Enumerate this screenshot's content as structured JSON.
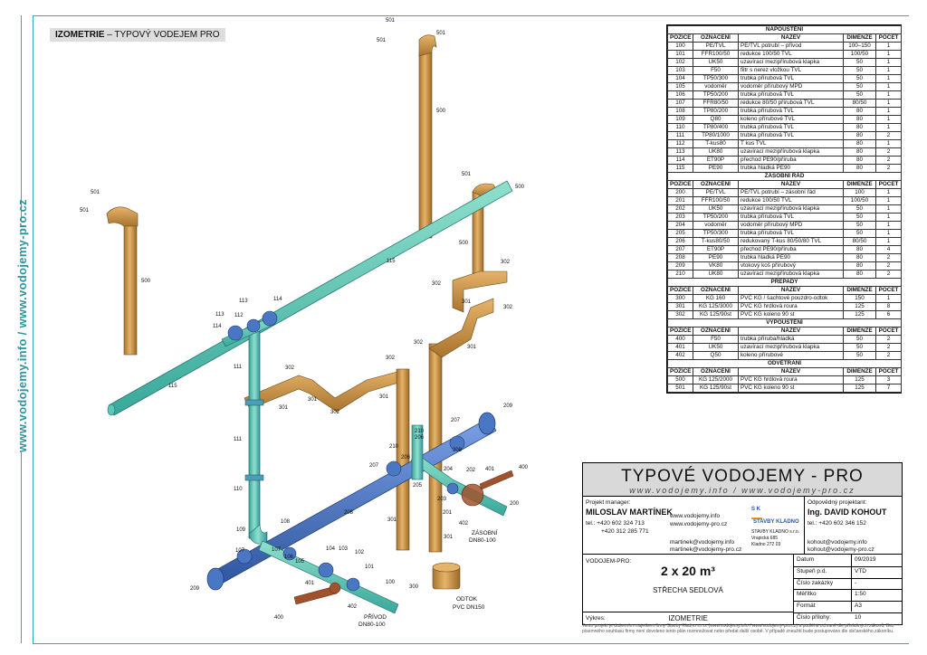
{
  "side_text": "www.vodojemy.info / www.vodojemy-pro.cz",
  "drawing_title": {
    "strong": "IZOMETRIE",
    "rest": " – TYPOVÝ VODEJEM PRO"
  },
  "pipe_labels": {
    "l501a": "501",
    "l501b": "501",
    "l500a": "500",
    "l501c": "501",
    "l501d": "501",
    "l500b": "500",
    "l501e": "501",
    "l500c": "500",
    "l500d": "500",
    "l115a": "115",
    "l115b": "115",
    "l113a": "113",
    "l114a": "114",
    "l113b": "113",
    "l112": "112",
    "l114b": "114",
    "l302a": "302",
    "l302b": "302",
    "l301a": "301",
    "l302c": "302",
    "l302d": "302",
    "l302e": "302",
    "l301b": "301",
    "l301c": "301",
    "l301d": "301",
    "l302f": "302",
    "l301e": "301",
    "l301f": "301",
    "l111a": "111",
    "l111b": "111",
    "l110": "110",
    "l109": "109",
    "l108": "108",
    "l107a": "107",
    "l106": "106",
    "l105": "105",
    "l104": "104",
    "l103": "103",
    "l102": "102",
    "l101": "101",
    "l100": "100",
    "l401a": "401",
    "l402a": "402",
    "l400a": "400",
    "l209a": "209",
    "l207a": "207",
    "l210a": "210",
    "l206a": "206",
    "l208a": "208",
    "l207b": "207",
    "l210b": "210",
    "l206b": "206",
    "l205": "205",
    "l204": "204",
    "l203": "203",
    "l202": "202",
    "l201": "201",
    "l200": "200",
    "l401b": "401",
    "l400b": "400",
    "l402b": "402",
    "l208b": "208",
    "l207c": "207",
    "l209b": "209",
    "l300": "300"
  },
  "notes": {
    "privod": [
      "PŘÍVOD",
      "DN80-100"
    ],
    "zasobni": [
      "ZÁSOBNÍ",
      "DN80-100"
    ],
    "odtok": [
      "ODTOK",
      "PVC DN150"
    ]
  },
  "table": {
    "columns": [
      "POZICE",
      "OZNAČENÍ",
      "NÁZEV",
      "DIMENZE",
      "POČET"
    ],
    "sections": [
      {
        "title": "NAPOUŠTĚNÍ",
        "rows": [
          [
            "100",
            "PE/TVL",
            "PE/TVL potrubí – přívod",
            "100–150",
            "1"
          ],
          [
            "101",
            "FFR100/50",
            "redukce 100/50 TVL",
            "100/50",
            "1"
          ],
          [
            "102",
            "UK50",
            "uzavírací mezipřírubová klapka",
            "50",
            "1"
          ],
          [
            "103",
            "F50",
            "filtr s nerez vložkou TVL",
            "50",
            "1"
          ],
          [
            "104",
            "TP50/300",
            "trubka přírubová TVL",
            "50",
            "1"
          ],
          [
            "105",
            "vodoměr",
            "vodoměr přírubový MPD",
            "50",
            "1"
          ],
          [
            "106",
            "TP50/200",
            "trubka přírubová TVL",
            "50",
            "1"
          ],
          [
            "107",
            "FFR80/50",
            "redukce 80/50 přírubová TVL",
            "80/50",
            "1"
          ],
          [
            "108",
            "TP80/200",
            "trubka přírubová TVL",
            "80",
            "1"
          ],
          [
            "109",
            "Q80",
            "koleno přírubové TVL",
            "80",
            "1"
          ],
          [
            "110",
            "TP80/400",
            "trubka přírubová TVL",
            "80",
            "1"
          ],
          [
            "111",
            "TP80/1000",
            "trubka přírubová TVL",
            "80",
            "2"
          ],
          [
            "112",
            "T-kus80",
            "T kus TVL",
            "80",
            "1"
          ],
          [
            "113",
            "UK80",
            "uzavírací mezipřírubová klapka",
            "80",
            "2"
          ],
          [
            "114",
            "ET90P",
            "přechod PE90/příruba",
            "80",
            "2"
          ],
          [
            "115",
            "PE90",
            "trubka hladká PE90",
            "80",
            "2"
          ]
        ]
      },
      {
        "title": "ZÁSOBNÍ ŘÁD",
        "rows": [
          [
            "200",
            "PE/TVL",
            "PE/TVL potrubí – zásobní řád",
            "100",
            "1"
          ],
          [
            "201",
            "FFR100/50",
            "redukce 100/50 TVL",
            "100/50",
            "1"
          ],
          [
            "202",
            "UK50",
            "uzavírací mezipřírubová klapka",
            "50",
            "1"
          ],
          [
            "203",
            "TP50/200",
            "trubka přírubová TVL",
            "50",
            "1"
          ],
          [
            "204",
            "vodoměr",
            "vodoměr přírubový MPD",
            "50",
            "1"
          ],
          [
            "205",
            "TP50/300",
            "trubka přírubová TVL",
            "50",
            "1"
          ],
          [
            "206",
            "T-kus80/50",
            "redukovaný T-kus 80/50/80 TVL",
            "80/50",
            "1"
          ],
          [
            "207",
            "ET90P",
            "přechod PE90/příruba",
            "80",
            "4"
          ],
          [
            "208",
            "PE90",
            "trubka hladká PE90",
            "80",
            "2"
          ],
          [
            "209",
            "VK80",
            "vtokový koš přírubový",
            "80",
            "2"
          ],
          [
            "210",
            "UK80",
            "uzavírací mezipřírubová klapka",
            "80",
            "2"
          ]
        ]
      },
      {
        "title": "PŘEPADY",
        "rows": [
          [
            "300",
            "KG 160",
            "PVC KG / šachtové pouzdro-odtok",
            "150",
            "1"
          ],
          [
            "301",
            "KG 125/3000",
            "PVC KG hrdlová roura",
            "125",
            "8"
          ],
          [
            "302",
            "KG 125/90st",
            "PVC KG koleno 90 st",
            "125",
            "6"
          ]
        ]
      },
      {
        "title": "VYPOUŠTĚNÍ",
        "rows": [
          [
            "400",
            "F50",
            "trubka příruba/hladká",
            "50",
            "2"
          ],
          [
            "401",
            "UK50",
            "uzavírací mezipřírubová klapka",
            "50",
            "2"
          ],
          [
            "402",
            "Q50",
            "koleno přírubové",
            "50",
            "2"
          ]
        ]
      },
      {
        "title": "ODVĚTRÁNÍ",
        "rows": [
          [
            "500",
            "KG 125/2000",
            "PVC KG hrdlová roura",
            "125",
            "3"
          ],
          [
            "501",
            "KG 125/90st",
            "PVC KG koleno 90 st",
            "125",
            "7"
          ]
        ]
      }
    ]
  },
  "title_block": {
    "main": "TYPOVÉ VODOJEMY - PRO",
    "web": "www.vodojemy.info / www.vodojemy-pro.cz",
    "pm_label": "Projekt manager:",
    "pm_name": "MILOSLAV MARTÍNEK",
    "pm_tel1": "tel.: +420 602 324 713",
    "pm_tel2": "+420 312 285 771",
    "pm_web1": "www.vodojemy.info",
    "pm_web2": "www.vodojemy-pro.cz",
    "pm_mail1": "martinek@vodojemy.info",
    "pm_mail2": "martinek@vodojemy-pro.cz",
    "logo_sk": "S K",
    "logo_name": "STAVBY KLADNO",
    "logo_addr1": "STAVBY KLADNO s.r.o.",
    "logo_addr2": "Vrapická 685",
    "logo_addr3": "Kladno 272 03",
    "resp_label": "Odpovědný projektant:",
    "resp_name": "Ing. DAVID KOHOUT",
    "resp_tel": "tel.: +420 602 346 152",
    "resp_mail1": "kohout@vodojemy.info",
    "resp_mail2": "kohout@vodojemy-pro.cz",
    "vodojem_label": "VODOJEM-PRO:",
    "vodojem_size": "2 x 20 m³",
    "roof": "STŘECHA SEDLOVÁ",
    "drawing_label": "Výkres:",
    "drawing_name": "IZOMETRIE",
    "meta": [
      [
        "Datum",
        "09/2019"
      ],
      [
        "Stupeň p.d.",
        "VTD"
      ],
      [
        "Číslo zakázky",
        "-"
      ],
      [
        "Měřítko",
        "1:50"
      ],
      [
        "Formát",
        "A3"
      ],
      [
        "Číslo přílohy:",
        "10"
      ]
    ]
  },
  "footnote": "Tento projekt je duševním majetkem firmy Stavby Kladno s.r.o. (www.vodojemy.info / www.vodojemy-pro.cz) a podléhá ochraně dle příslušných zákonů. Bez písemného souhlasu firmy není dovoleno tento plán rozmnožovat nebo předat další osobě. V případě zneužití bude postupováno dle občanského zákoníku.",
  "colors": {
    "frame": "#36a9ae",
    "pvc": "#d19a4e",
    "pe": "#5cc8b6",
    "steel": "#4a77c4"
  }
}
